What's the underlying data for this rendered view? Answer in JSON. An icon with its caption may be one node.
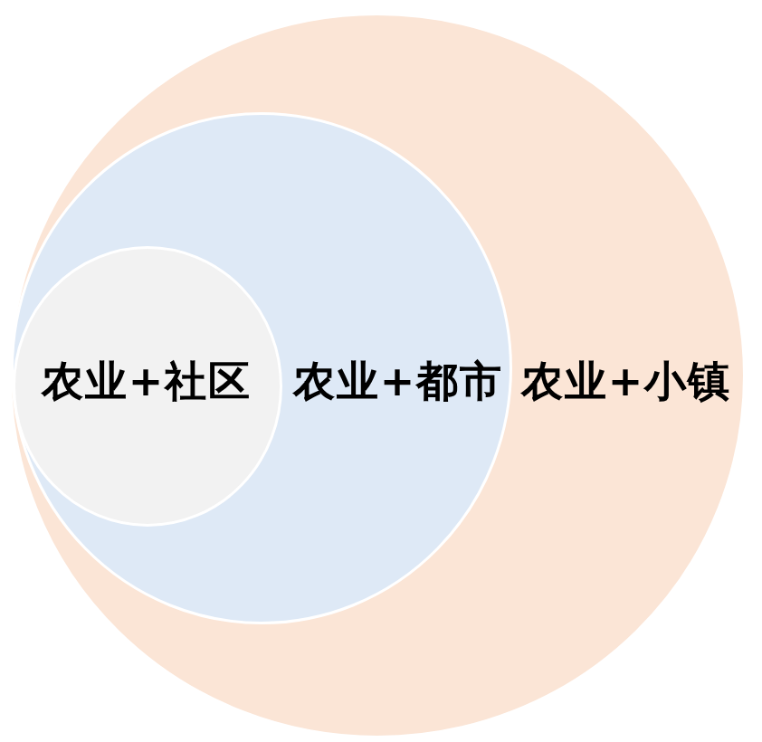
{
  "diagram": {
    "nodes": [
      {
        "text": [
          "农业+小镇"
        ]
      },
      {
        "text": [
          "农业+都市"
        ],
        "in": 0
      },
      {
        "text": [
          "农业+社区"
        ],
        "in": 1
      }
    ]
  }
}
